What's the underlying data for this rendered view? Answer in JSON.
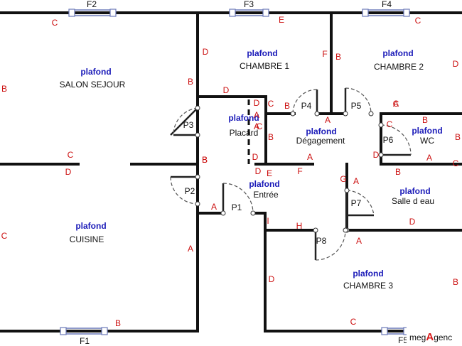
{
  "plan": {
    "rooms": [
      {
        "id": "salon",
        "ceiling": "plafond",
        "name": "SALON SEJOUR"
      },
      {
        "id": "chambre1",
        "ceiling": "plafond",
        "name": "CHAMBRE 1"
      },
      {
        "id": "chambre2",
        "ceiling": "plafond",
        "name": "CHAMBRE 2"
      },
      {
        "id": "placard",
        "ceiling": "plafond",
        "name": "Placard"
      },
      {
        "id": "degagement",
        "ceiling": "plafond",
        "name": "Dégagement"
      },
      {
        "id": "wc",
        "ceiling": "plafond",
        "name": "WC"
      },
      {
        "id": "entree",
        "ceiling": "plafond",
        "name": "Entrée"
      },
      {
        "id": "salle-d-eau",
        "ceiling": "plafond",
        "name": "Salle d eau"
      },
      {
        "id": "cuisine",
        "ceiling": "plafond",
        "name": "CUISINE"
      },
      {
        "id": "chambre3",
        "ceiling": "plafond",
        "name": "CHAMBRE 3"
      }
    ],
    "windows": [
      "F1",
      "F2",
      "F3",
      "F4",
      "F5"
    ],
    "doors": [
      "P1",
      "P2",
      "P3",
      "P4",
      "P5",
      "P6",
      "P7",
      "P8"
    ],
    "wall_letters": [
      "C",
      "E",
      "D",
      "B",
      "D",
      "F",
      "B",
      "C",
      "B",
      "D",
      "D",
      "C",
      "B",
      "A",
      "C",
      "B",
      "B",
      "A",
      "C",
      "B",
      "A",
      "C",
      "C",
      "A",
      "D",
      "D",
      "A",
      "D",
      "E",
      "B",
      "C",
      "F",
      "G",
      "A",
      "D",
      "A",
      "C",
      "D",
      "B",
      "A",
      "B",
      "A",
      "I",
      "H",
      "A",
      "D",
      "B",
      "C",
      "B",
      "E"
    ]
  },
  "logo": {
    "prefix": "meg",
    "accent": "A",
    "suffix": "genc"
  },
  "colors": {
    "ceiling_label": "#1a1ab8",
    "wall_letter": "#cc1111",
    "window": "#6a78b8",
    "logo_accent": "#d81818"
  }
}
